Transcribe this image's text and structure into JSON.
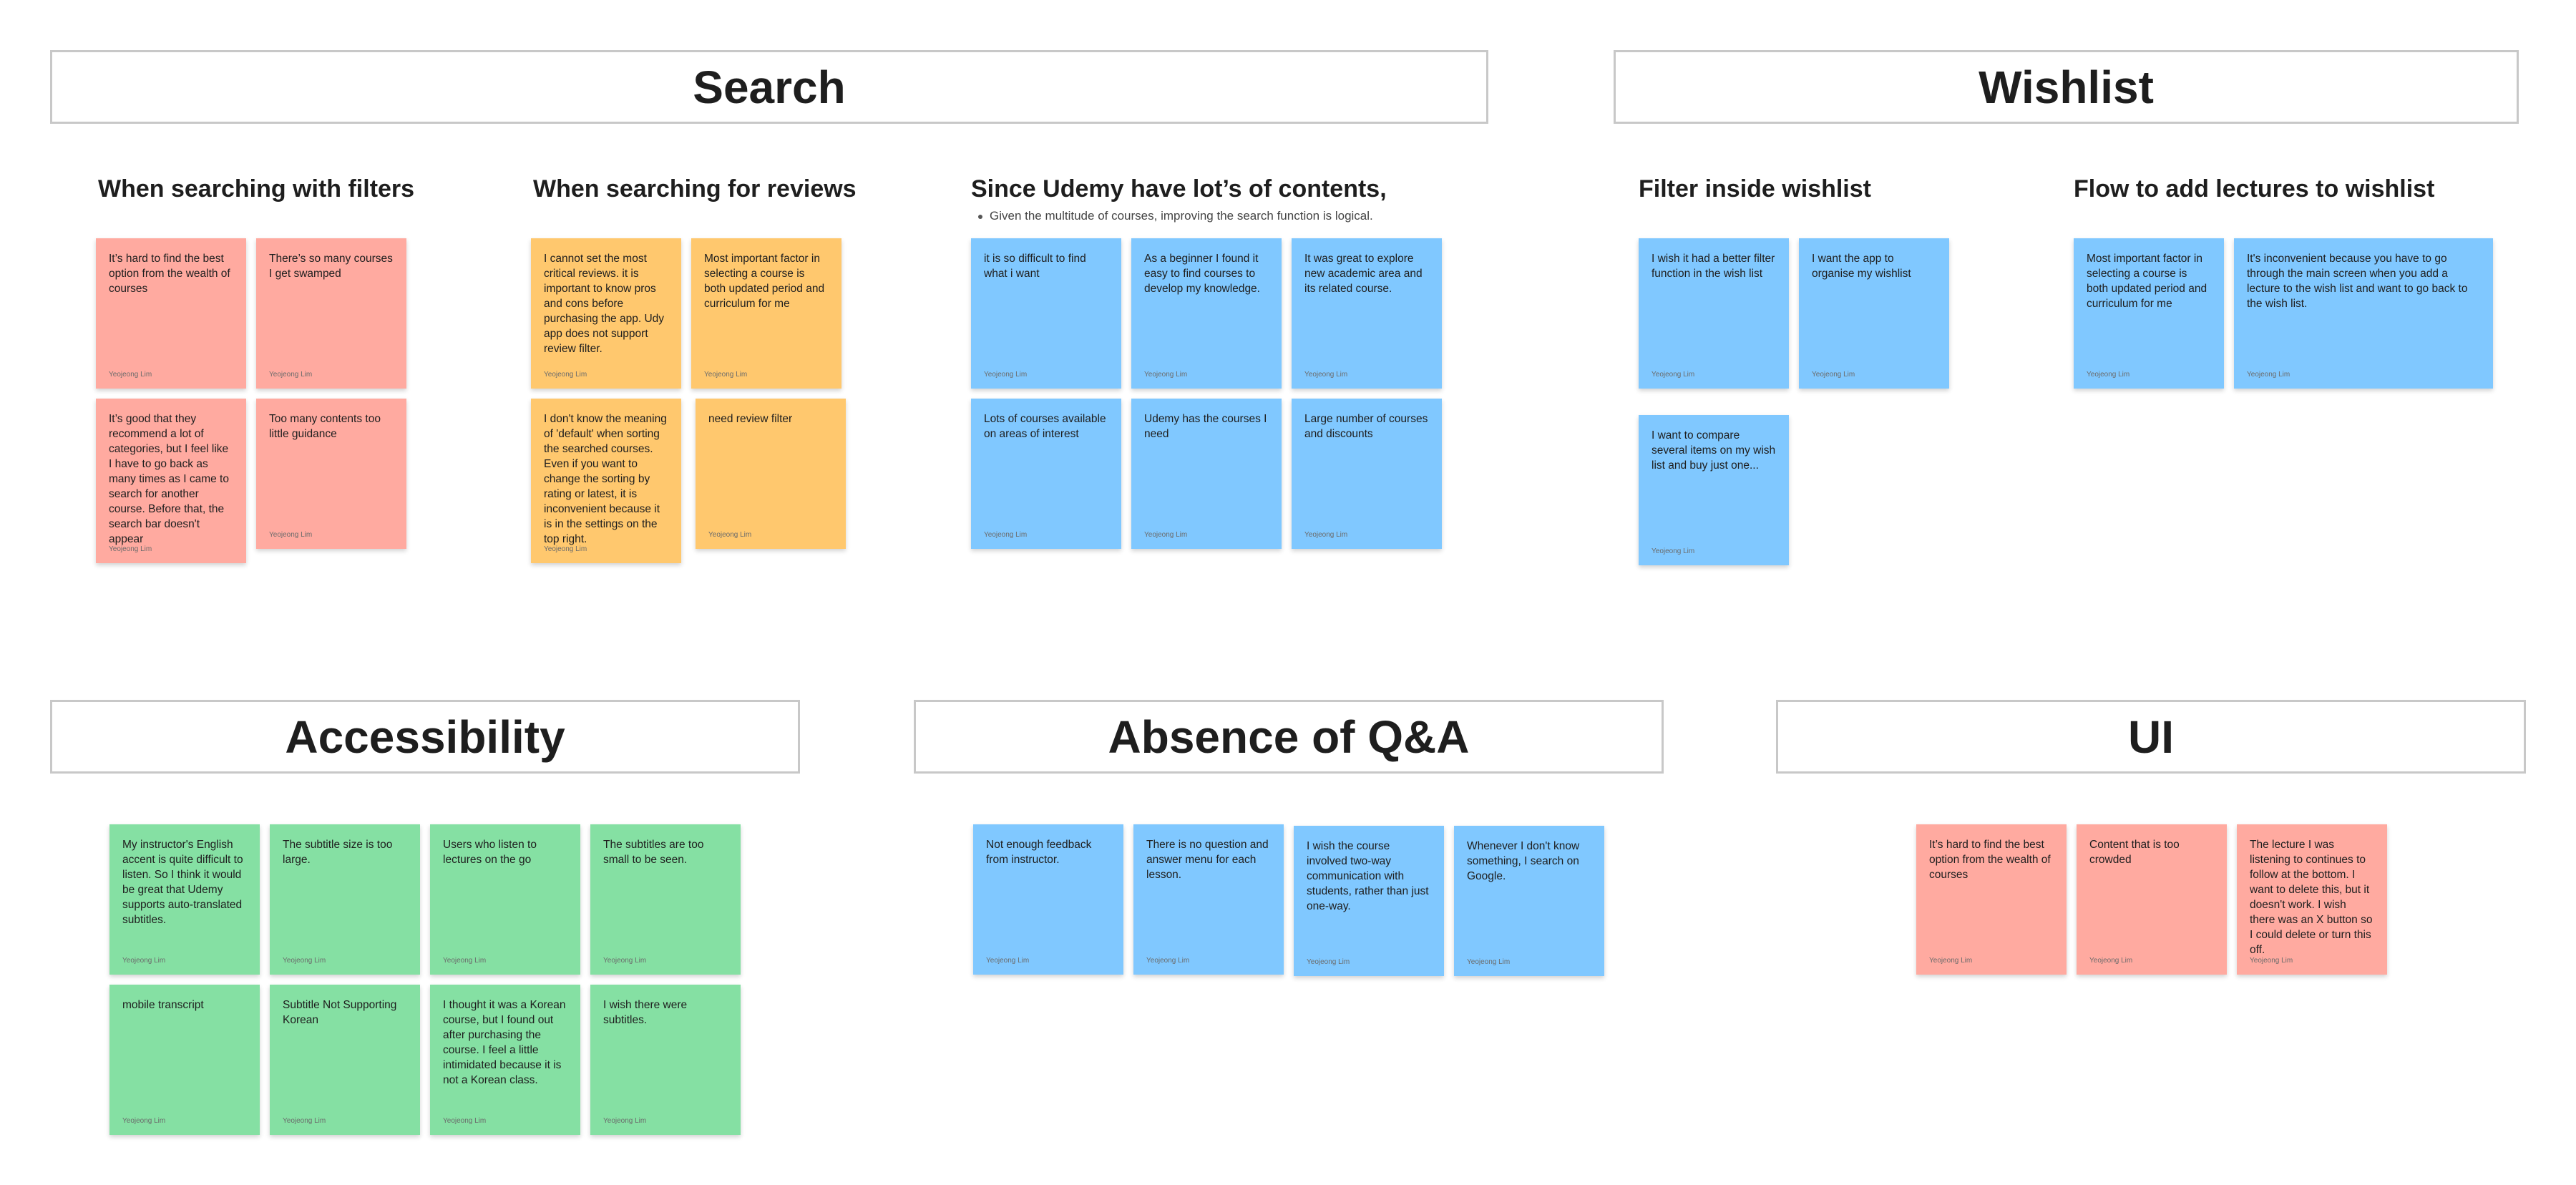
{
  "sections": {
    "search": "Search",
    "wishlist": "Wishlist",
    "accessibility": "Accessibility",
    "qa": "Absence of Q&A",
    "ui": "UI"
  },
  "groups": {
    "filters": {
      "title": "When searching with filters"
    },
    "reviews": {
      "title": "When searching for reviews"
    },
    "contents": {
      "title": "Since Udemy have lot’s of contents,",
      "note": "Given the multitude of courses, improving the search function is logical."
    },
    "wishlist_filter": {
      "title": "Filter inside wishlist"
    },
    "wishlist_flow": {
      "title": "Flow to add lectures to wishlist"
    }
  },
  "author": "Yeojeong Lim",
  "colors": {
    "red": "#ffaaa0",
    "orange": "#ffc86e",
    "blue": "#80c8ff",
    "green": "#85e0a3"
  },
  "notes": {
    "filters": [
      "It’s hard to find the best option from the wealth of courses",
      "There’s so many courses I get swamped",
      "It’s good that they recommend a lot of categories, but I feel like I have to go back as many times as I came to search for another course. Before that, the search bar doesn't appear",
      "Too many contents too little guidance"
    ],
    "reviews": [
      "I cannot set the most critical reviews. it is important to know pros and cons before purchasing the app. Udy app does not support review filter.",
      "Most important factor in selecting a course is both updated period and curriculum for me",
      "I don't know the meaning of 'default' when sorting the searched courses. Even if you want to change the sorting by rating or latest, it is inconvenient because it is in the settings on the top right.",
      "need review filter"
    ],
    "contents": [
      "it is so difficult to find what i want",
      "As a beginner I found it easy to find courses to develop my knowledge.",
      "It was great to explore new academic area and its related course.",
      "Lots of courses available on areas of interest",
      "Udemy has the courses I need",
      "Large number of courses and discounts"
    ],
    "wishlist_filter": [
      "I wish it had a better filter function in the wish list",
      "I want the app to organise my wishlist",
      "I want to compare several items on my wish list and buy just one..."
    ],
    "wishlist_flow": [
      "Most important factor in selecting a course is both updated period and curriculum for me",
      "It's inconvenient because you have to go through the main screen when you add a lecture to the wish list and want to go back to the wish list."
    ],
    "accessibility": [
      "My instructor's English accent is quite difficult to listen. So I think it would be great that Udemy supports auto-translated subtitles.",
      "The subtitle size is too large.",
      "Users who listen to lectures on the go",
      "The subtitles are too small to be seen.",
      "mobile transcript",
      "Subtitle Not Supporting Korean",
      "I thought it was a Korean course, but I found out after purchasing the course. I feel a little intimidated because it is not a Korean class.",
      "I wish there were subtitles."
    ],
    "qa": [
      "Not enough feedback from instructor.",
      "There is no question and answer menu for each lesson.",
      " I wish the course involved two-way communication with students, rather than just one-way.",
      "Whenever I don't know something, I search on Google."
    ],
    "ui": [
      "It’s hard to find the best option from the wealth of courses",
      "Content that is too crowded",
      "The lecture I was listening to continues to follow at the bottom. I want to delete this, but it doesn't work. I wish there was an X button so I could delete or turn this off."
    ]
  }
}
